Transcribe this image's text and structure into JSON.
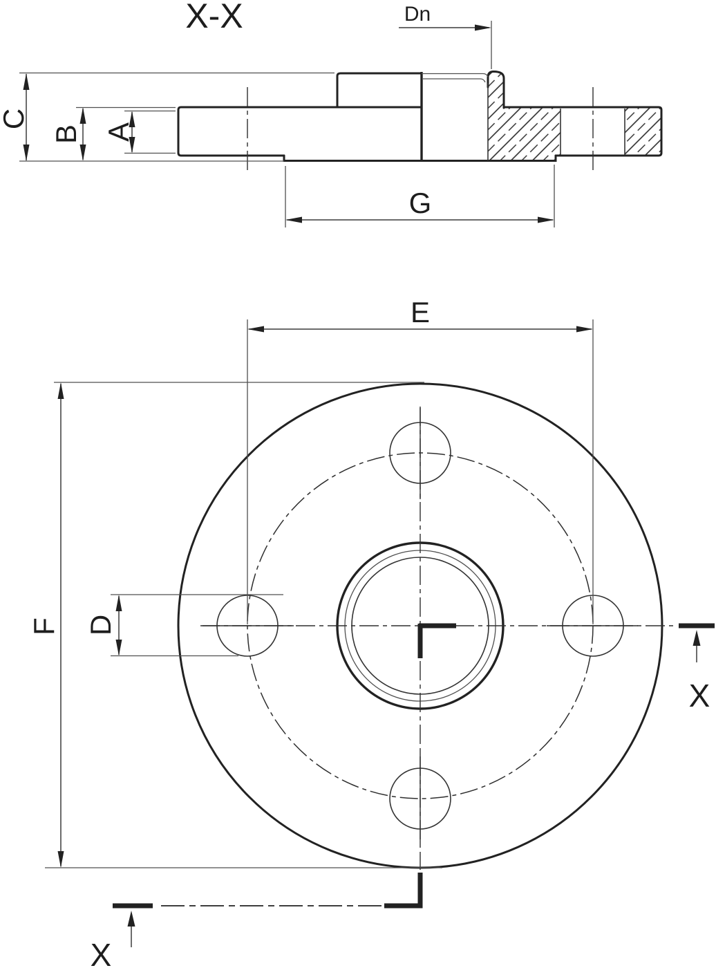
{
  "drawing": {
    "section_view": {
      "title": "X-X",
      "dims": {
        "c": "C",
        "b": "B",
        "a": "A",
        "dn": "Dn",
        "g": "G"
      }
    },
    "front_view": {
      "dims": {
        "e": "E",
        "f": "F",
        "d": "D"
      },
      "section_markers": {
        "right": "X",
        "bottom": "X"
      }
    },
    "colors": {
      "background": "#ffffff",
      "line": "#222222",
      "thin_line": "#4f4f4f",
      "text": "#1d1d1d"
    }
  }
}
